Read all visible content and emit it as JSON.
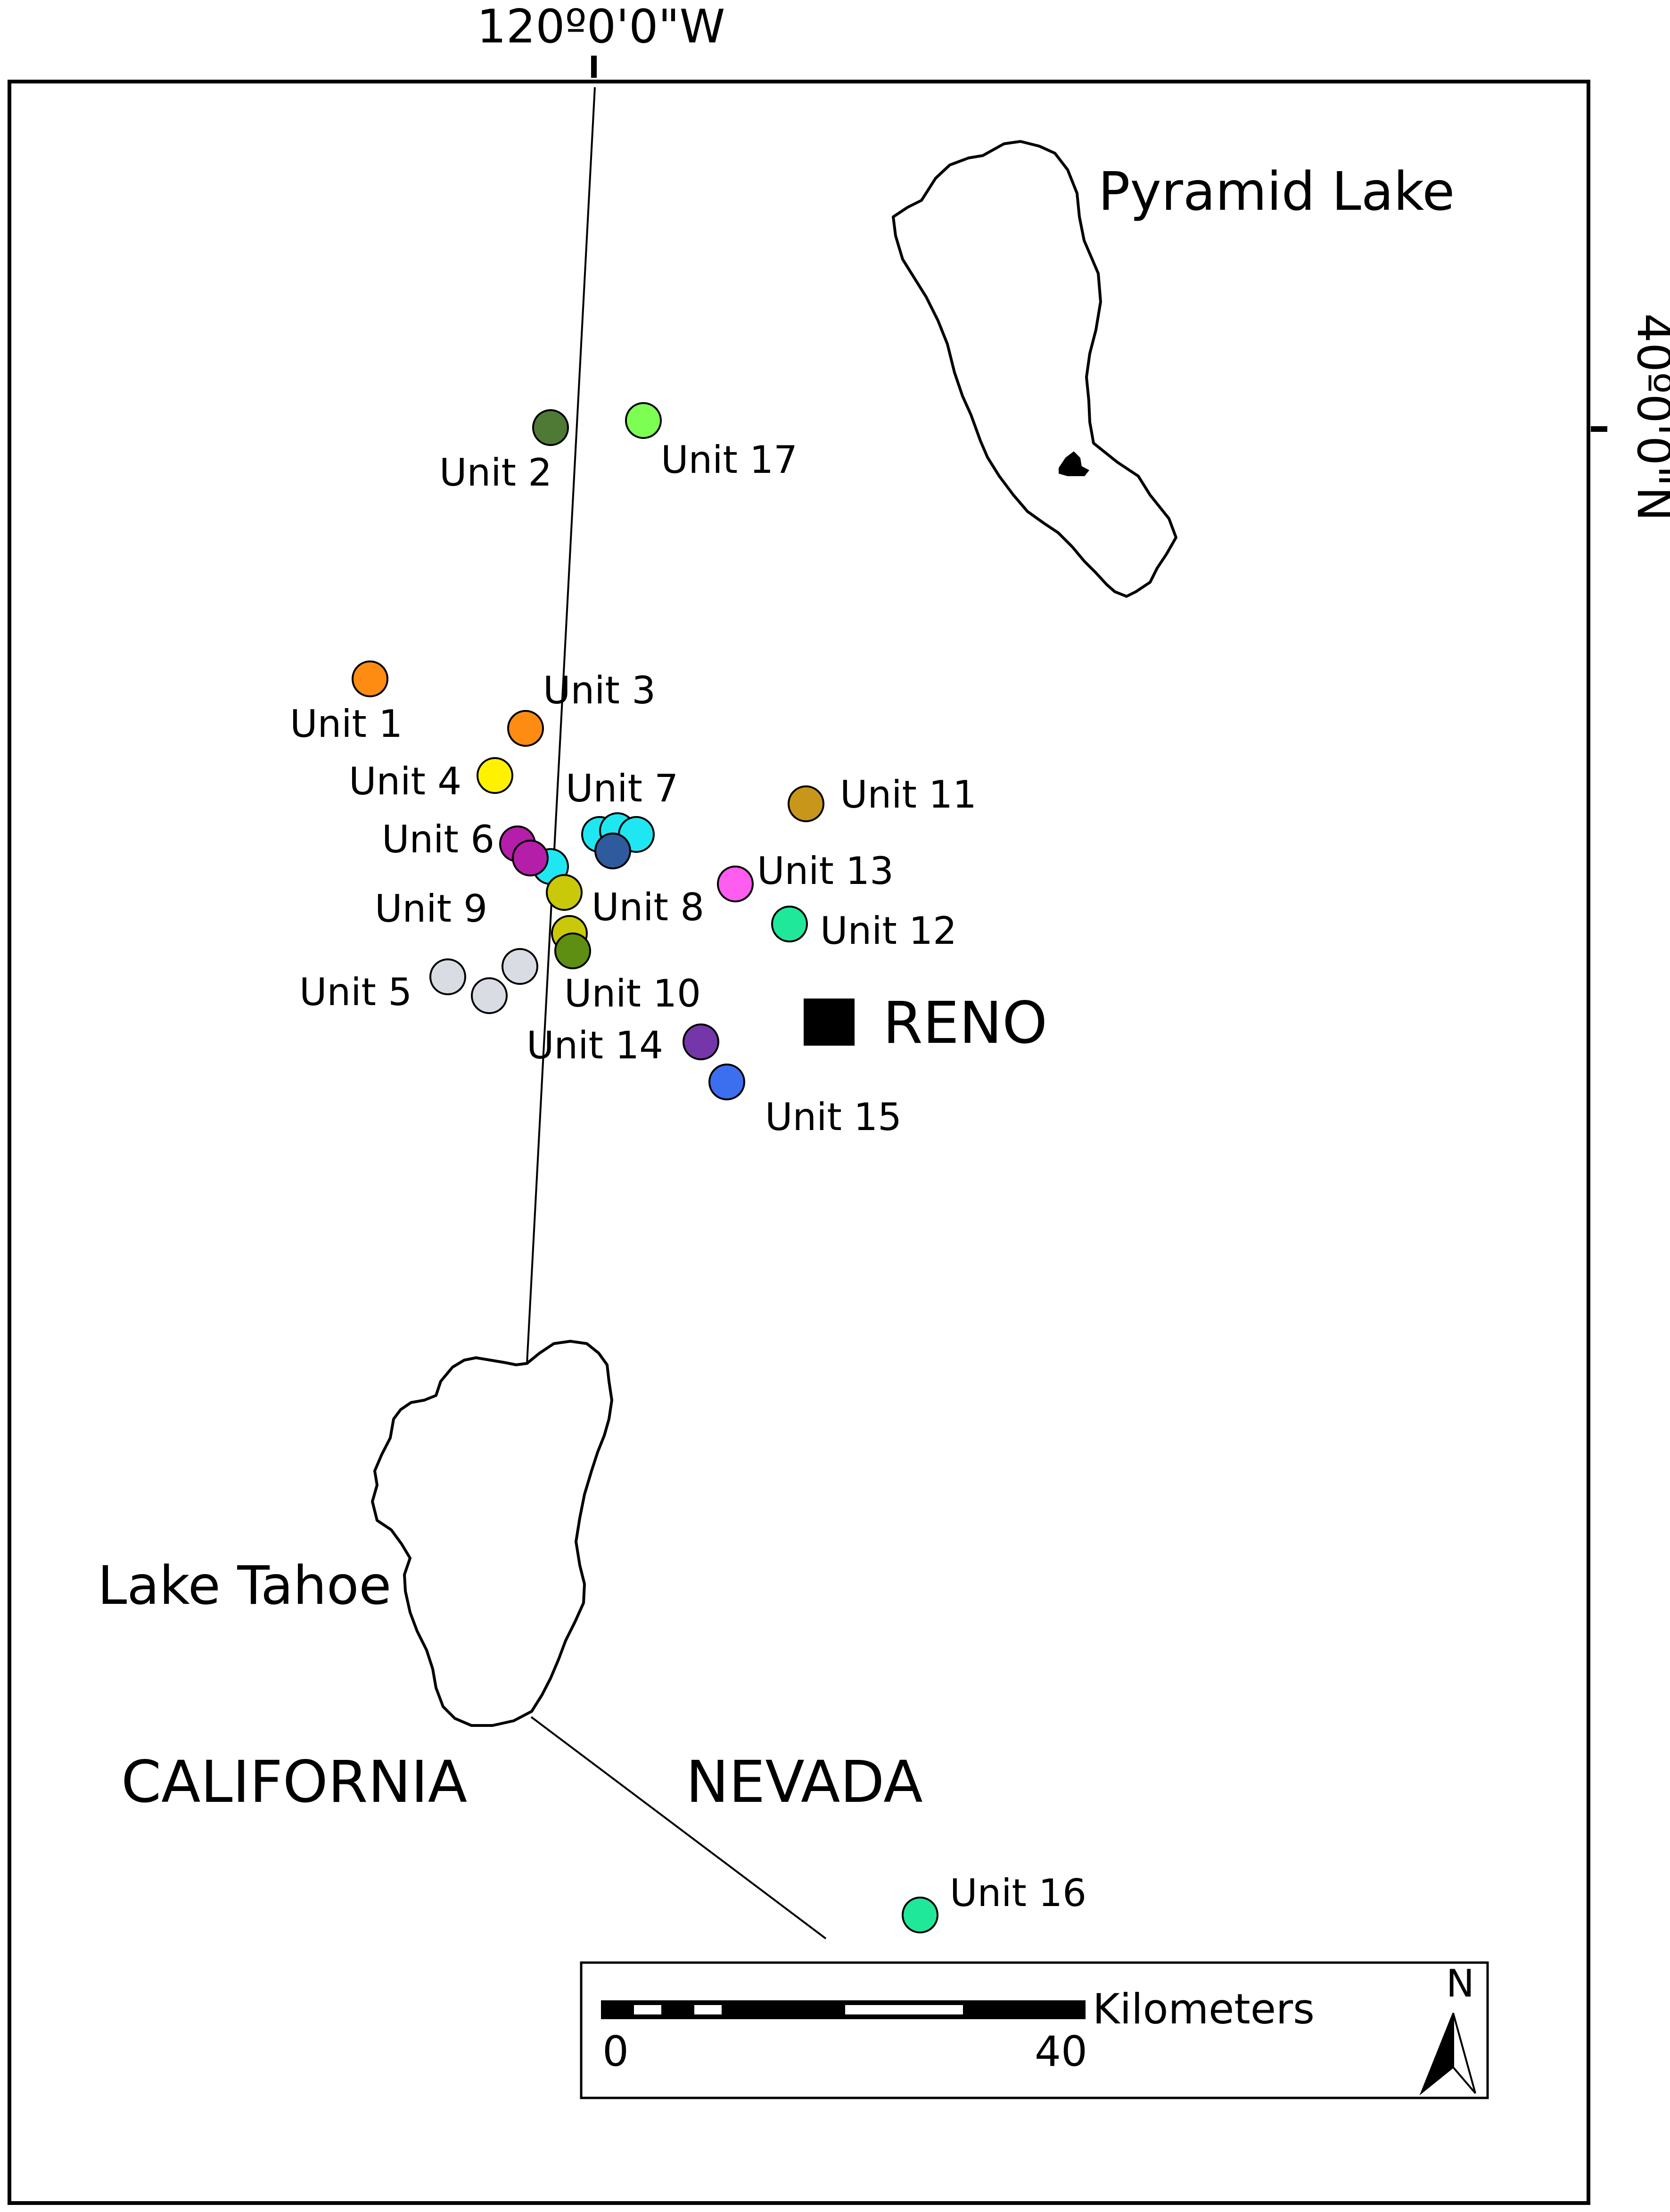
{
  "map": {
    "longitude_label": "120º0'0\"W",
    "latitude_label": "40º0'0\"N",
    "places": {
      "pyramid_lake": "Pyramid Lake",
      "lake_tahoe": "Lake Tahoe",
      "reno": "RENO",
      "california": "CALIFORNIA",
      "nevada": "NEVADA"
    },
    "scale_bar": {
      "start_label": "0",
      "end_label": "40",
      "units": "Kilometers"
    },
    "north_arrow": {
      "label": "N",
      "icon": "north-arrow-icon"
    },
    "units": [
      {
        "label": "Unit 1",
        "color": "#FF8C12"
      },
      {
        "label": "Unit 2",
        "color": "#4F7A36"
      },
      {
        "label": "Unit 3",
        "color": "#FF8C12"
      },
      {
        "label": "Unit 4",
        "color": "#FFF200"
      },
      {
        "label": "Unit 5",
        "color": "#D9DDE3"
      },
      {
        "label": "Unit 6",
        "color": "#B51EA8"
      },
      {
        "label": "Unit 7",
        "color": "#1FE7F2"
      },
      {
        "label": "Unit 8",
        "color": "#2F5A9E"
      },
      {
        "label": "Unit 9",
        "color": "#C9C90A"
      },
      {
        "label": "Unit 10",
        "color": "#5F8F12"
      },
      {
        "label": "Unit 11",
        "color": "#C8961A"
      },
      {
        "label": "Unit 12",
        "color": "#1FE89A"
      },
      {
        "label": "Unit 13",
        "color": "#FF5CF0"
      },
      {
        "label": "Unit 14",
        "color": "#7436A8"
      },
      {
        "label": "Unit 15",
        "color": "#3C6EF0"
      },
      {
        "label": "Unit 16",
        "color": "#1FE89A"
      },
      {
        "label": "Unit 17",
        "color": "#7CFF52"
      }
    ]
  }
}
